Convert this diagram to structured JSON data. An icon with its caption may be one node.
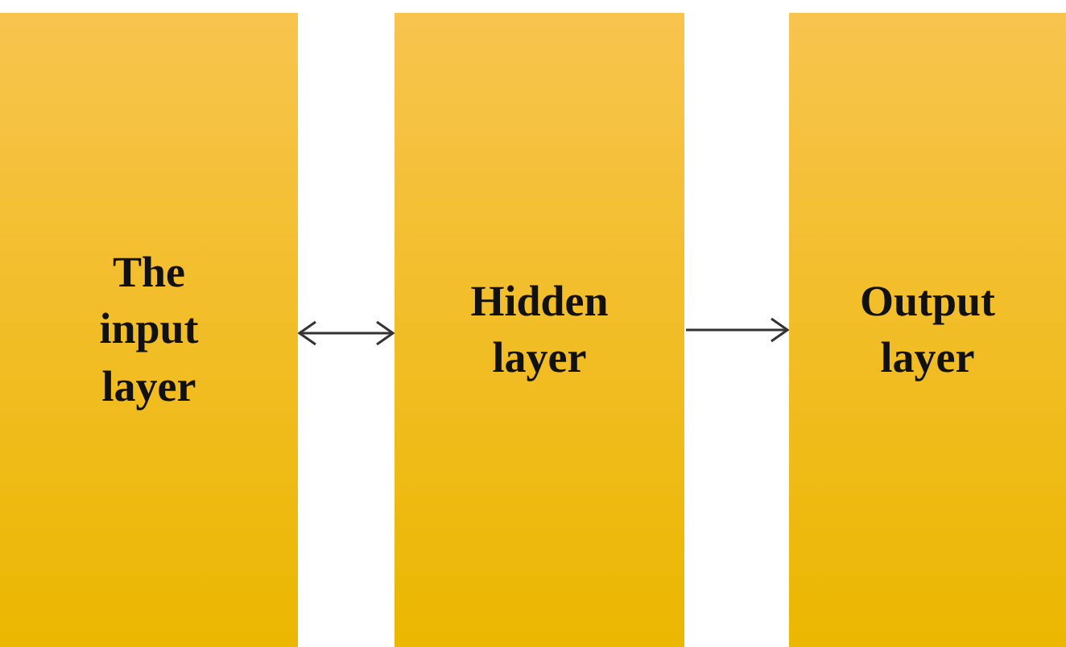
{
  "diagram": {
    "nodes": [
      {
        "text": [
          "The input layer"
        ]
      },
      {
        "text": [
          "Hidden layer"
        ]
      },
      {
        "text": [
          "Output layer"
        ]
      }
    ],
    "edges": [
      {
        "from": 0,
        "to": 1,
        "arrow": "both"
      },
      {
        "from": 1,
        "to": 2,
        "arrow": "to"
      }
    ]
  }
}
